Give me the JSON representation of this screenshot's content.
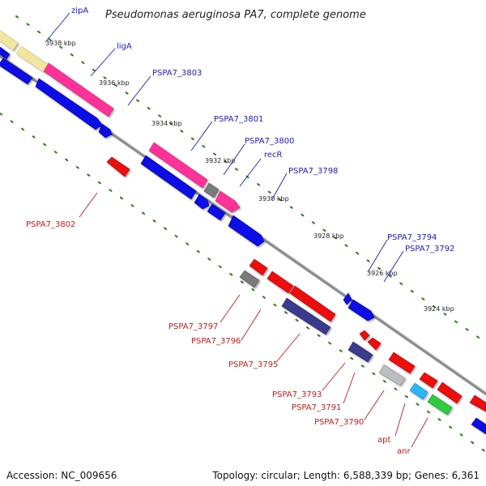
{
  "title": "Pseudomonas aeruginosa PA7, complete genome",
  "footer": {
    "accession": "Accession: NC_009656",
    "topology": "Topology: circular; Length: 6,588,339 bp; Genes: 6,361"
  },
  "colors": {
    "backbone": "#8c8c8c",
    "tick": "#2d7a1e",
    "forward_label": "#1a1acc",
    "reverse_label": "#cc1a1a"
  },
  "kbp_ticks": [
    "3938 kbp",
    "3936 kbp",
    "3934 kbp",
    "3932 kbp",
    "3930 kbp",
    "3928 kbp",
    "3926 kbp",
    "3924 kbp"
  ],
  "gene_labels": [
    {
      "text": "zipA",
      "strand": "forward"
    },
    {
      "text": "ligA",
      "strand": "forward"
    },
    {
      "text": "PSPA7_3803",
      "strand": "forward"
    },
    {
      "text": "PSPA7_3801",
      "strand": "forward"
    },
    {
      "text": "PSPA7_3800",
      "strand": "forward"
    },
    {
      "text": "recR",
      "strand": "forward"
    },
    {
      "text": "PSPA7_3798",
      "strand": "forward"
    },
    {
      "text": "PSPA7_3794",
      "strand": "forward"
    },
    {
      "text": "PSPA7_3792",
      "strand": "forward"
    },
    {
      "text": "PSPA7_3802",
      "strand": "reverse"
    },
    {
      "text": "PSPA7_3797",
      "strand": "reverse"
    },
    {
      "text": "PSPA7_3796",
      "strand": "reverse"
    },
    {
      "text": "PSPA7_3795",
      "strand": "reverse"
    },
    {
      "text": "PSPA7_3793",
      "strand": "reverse"
    },
    {
      "text": "PSPA7_3791",
      "strand": "reverse"
    },
    {
      "text": "PSPA7_3790",
      "strand": "reverse"
    },
    {
      "text": "apt",
      "strand": "reverse"
    },
    {
      "text": "anr",
      "strand": "reverse"
    }
  ]
}
